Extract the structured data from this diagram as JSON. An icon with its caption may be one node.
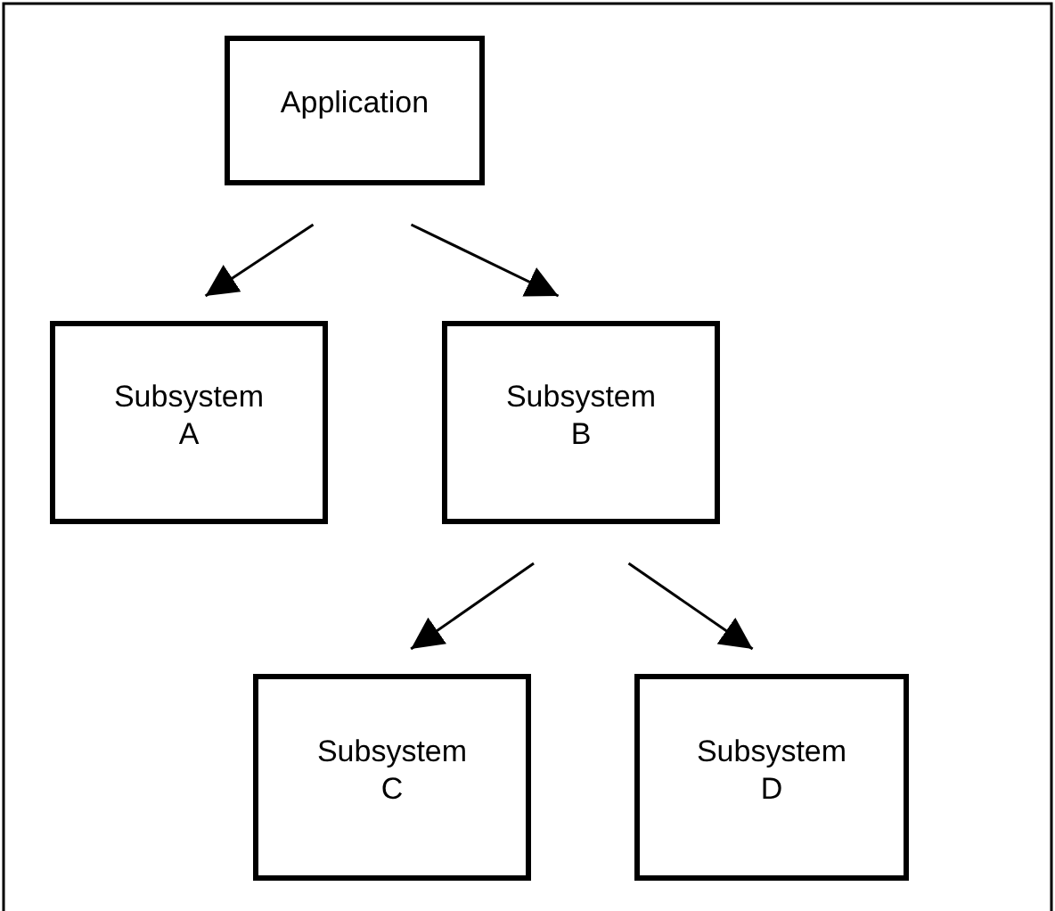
{
  "diagram": {
    "nodes": [
      {
        "text": [
          "Application"
        ]
      },
      {
        "text": [
          "Subsystem A"
        ]
      },
      {
        "text": [
          "Subsystem B"
        ]
      },
      {
        "text": [
          "Subsystem C"
        ]
      },
      {
        "text": [
          "Subsystem D"
        ]
      }
    ],
    "edges": [
      {
        "from": 0,
        "to": 1,
        "arrow": "to"
      },
      {
        "from": 0,
        "to": 2,
        "arrow": "to"
      },
      {
        "from": 2,
        "to": 3,
        "arrow": "to"
      },
      {
        "from": 2,
        "to": 4,
        "arrow": "to"
      }
    ]
  }
}
